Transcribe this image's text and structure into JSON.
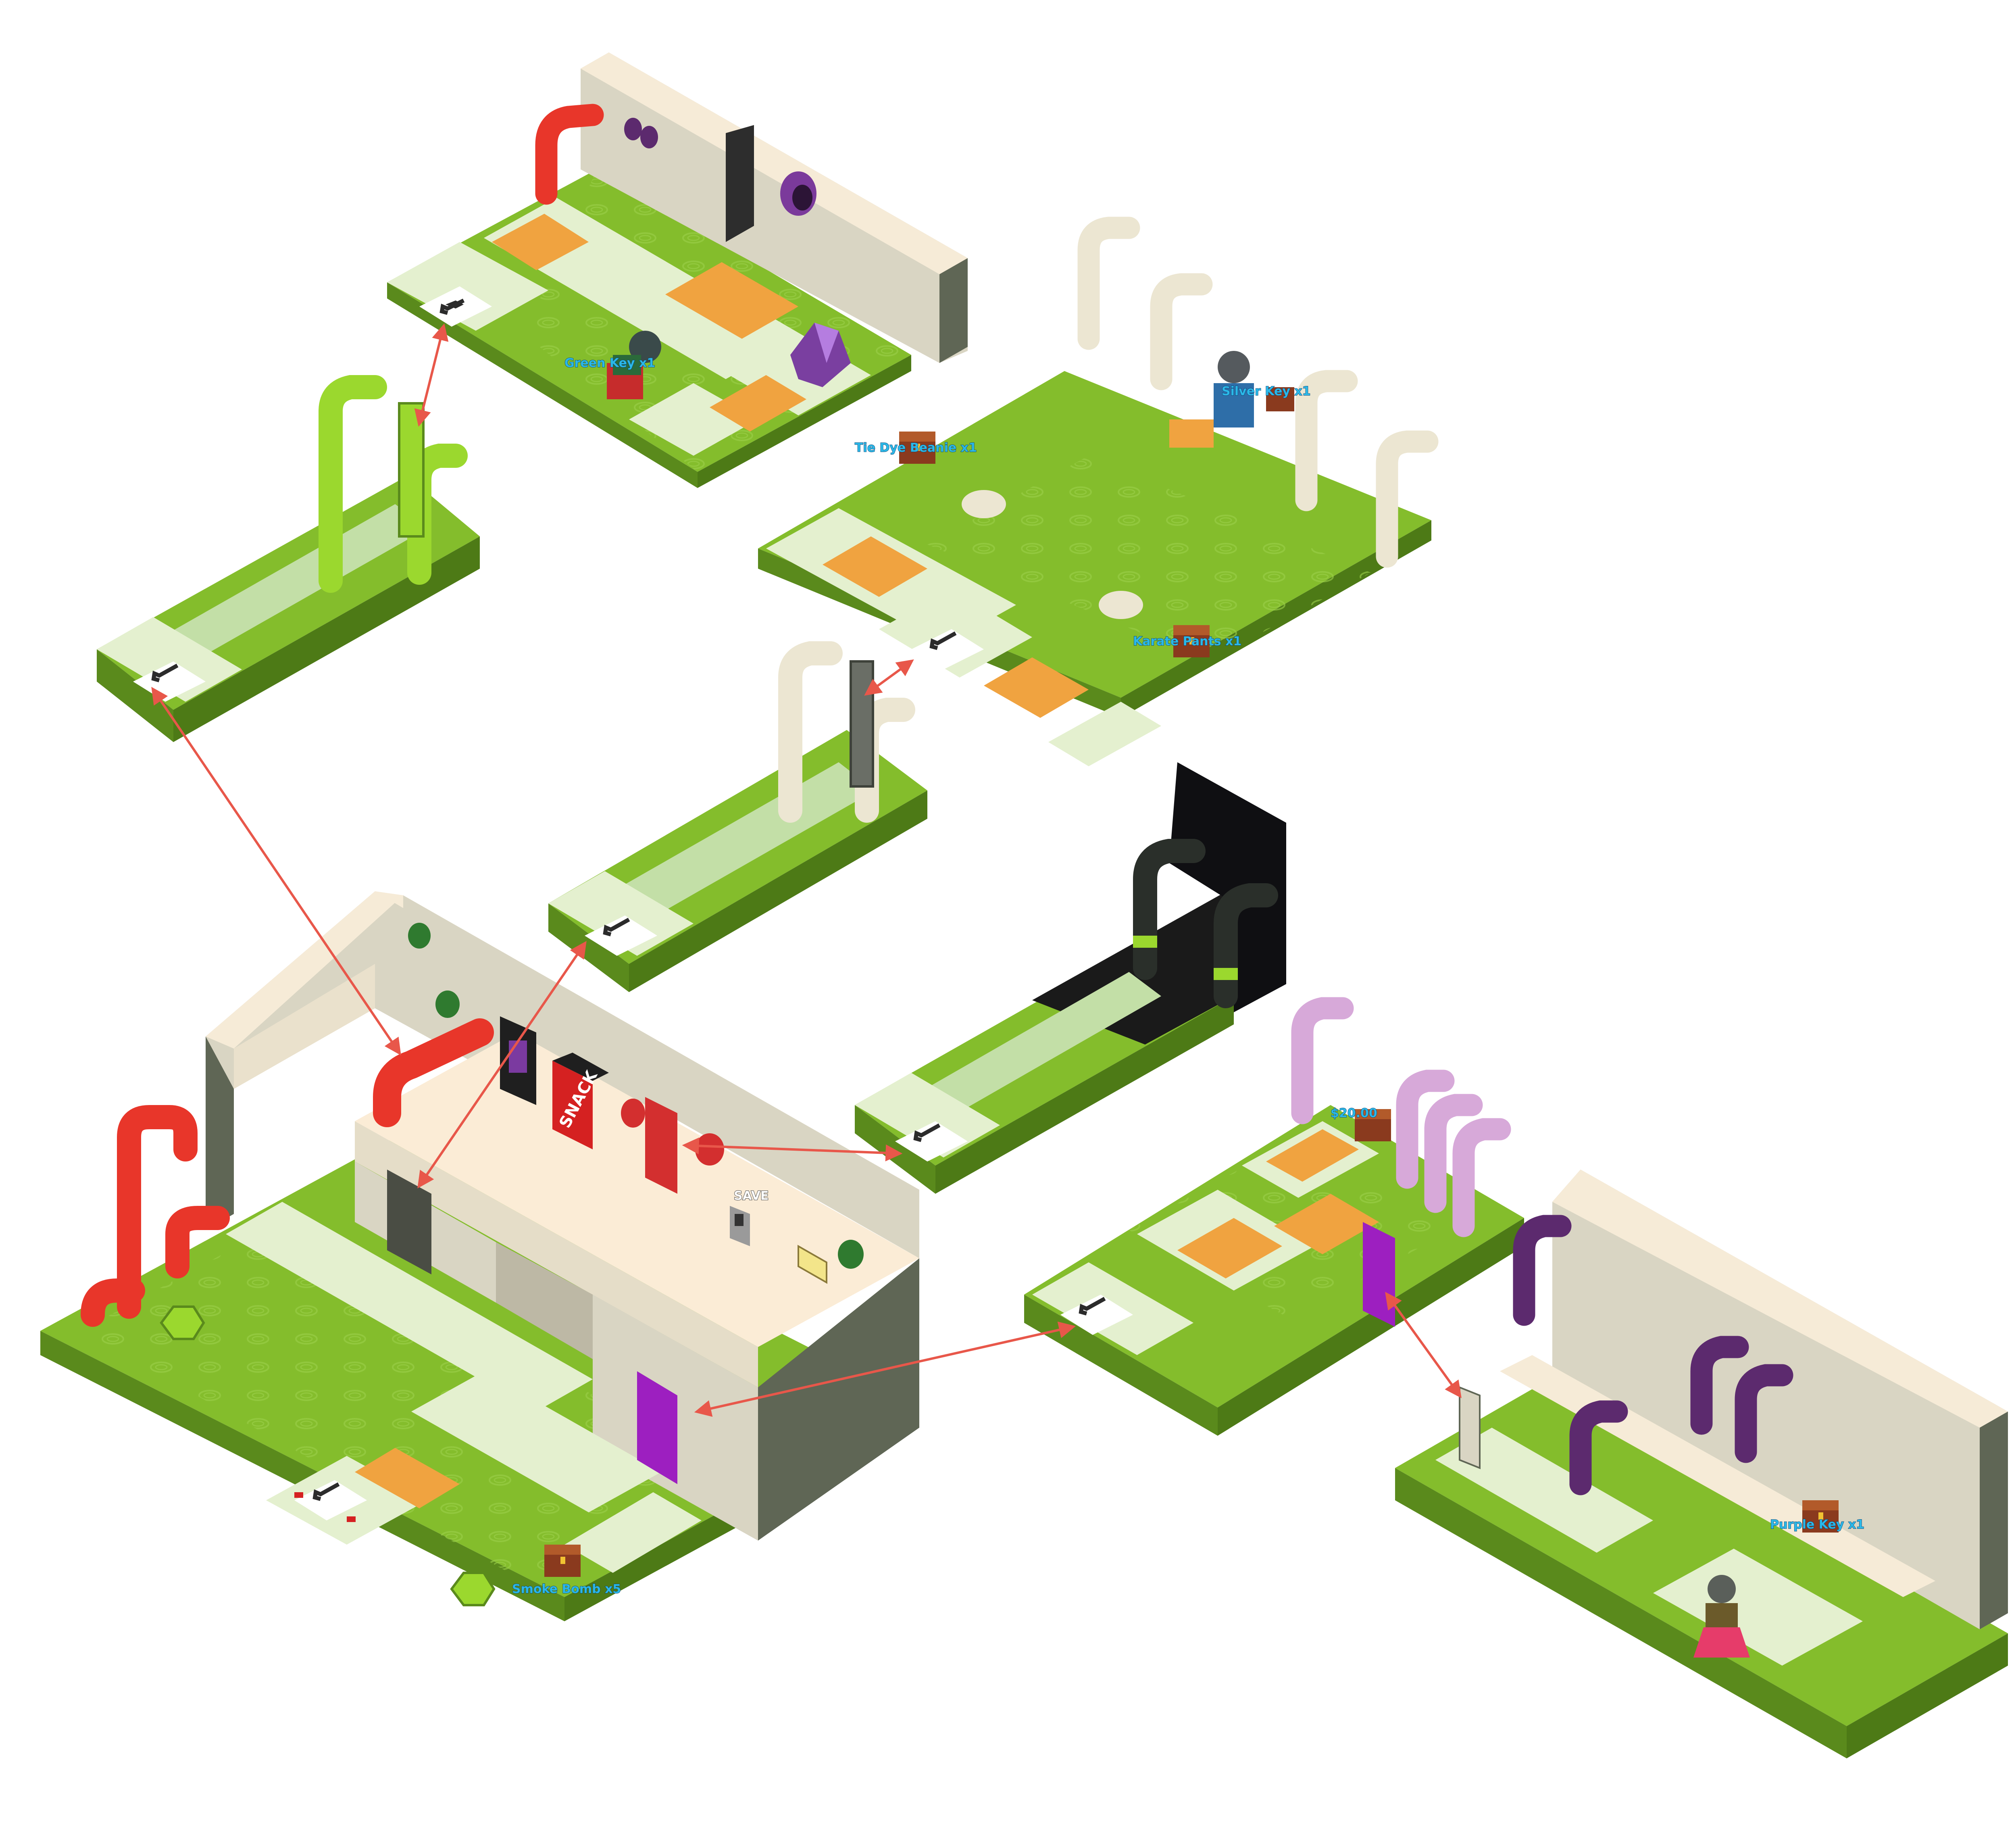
{
  "map": {
    "item_labels": {
      "green_key": "Green Key x1",
      "silver_key": "Silver Key x1",
      "tie_dye_beanie": "Tie Dye Beanie x1",
      "karate_pants": "Karate Pants x1",
      "smoke_bomb": "Smoke Bomb x5",
      "purple_key": "Purple Key x1",
      "money": "$20.00"
    },
    "signs": {
      "save": "SAVE",
      "snack": "SNACK"
    },
    "colors": {
      "grass": "#84bd2c",
      "grass_side": "#5a8a1c",
      "tile": "#e4f0cf",
      "path": "#c3dfa7",
      "wall": "#d9d5c3",
      "wall_top": "#f6ebd7",
      "wood": "#f0a340",
      "connector": "#e8574a",
      "red_pipe": "#e8362a",
      "lime_pipe": "#9bd82e",
      "purple_pipe": "#5c2a6e",
      "cream_pipe": "#ece6d2",
      "pink_pipe": "#d7a9d9",
      "purple_door": "#9d1fc0"
    }
  }
}
